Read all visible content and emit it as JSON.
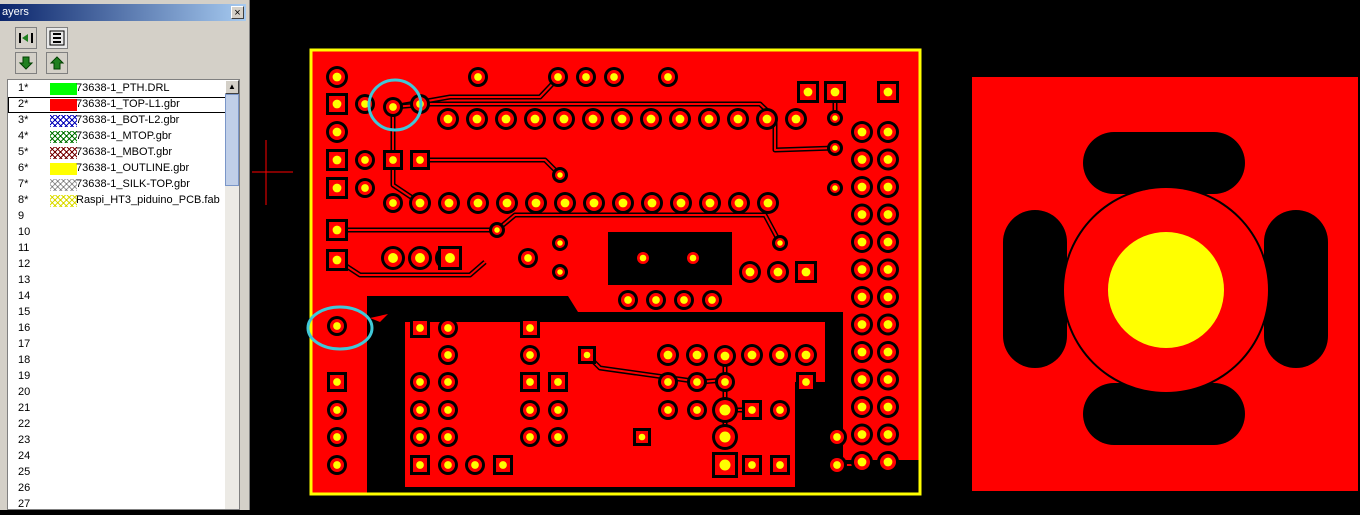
{
  "panel": {
    "title": "ayers",
    "close_label": "×",
    "layers": [
      {
        "num": "1*",
        "name": "73638-1_PTH.DRL",
        "swatch": "solid",
        "color": "#00ff00"
      },
      {
        "num": "2*",
        "name": "73638-1_TOP-L1.gbr",
        "swatch": "solid",
        "color": "#ff0000",
        "selected": true
      },
      {
        "num": "3*",
        "name": "73638-1_BOT-L2.gbr",
        "swatch": "hatch",
        "color": "#0000c0"
      },
      {
        "num": "4*",
        "name": "73638-1_MTOP.gbr",
        "swatch": "hatch",
        "color": "#008000"
      },
      {
        "num": "5*",
        "name": "73638-1_MBOT.gbr",
        "swatch": "hatch",
        "color": "#800000"
      },
      {
        "num": "6*",
        "name": "73638-1_OUTLINE.gbr",
        "swatch": "solid",
        "color": "#ffff00"
      },
      {
        "num": "7*",
        "name": "73638-1_SILK-TOP.gbr",
        "swatch": "hatch",
        "color": "#a0a0a0"
      },
      {
        "num": "8*",
        "name": "Raspi_HT3_piduino_PCB.fab",
        "swatch": "hatch",
        "color": "#e0e000"
      },
      {
        "num": "9"
      },
      {
        "num": "10"
      },
      {
        "num": "11"
      },
      {
        "num": "12"
      },
      {
        "num": "13"
      },
      {
        "num": "14"
      },
      {
        "num": "15"
      },
      {
        "num": "16"
      },
      {
        "num": "17"
      },
      {
        "num": "18"
      },
      {
        "num": "19"
      },
      {
        "num": "20"
      },
      {
        "num": "21"
      },
      {
        "num": "22"
      },
      {
        "num": "23"
      },
      {
        "num": "24"
      },
      {
        "num": "25"
      },
      {
        "num": "26"
      },
      {
        "num": "27"
      }
    ]
  },
  "board": {
    "copper_color": "#ff0000",
    "drill_color": "#ffff00",
    "outline_color": "#ffff00",
    "highlight_color": "#40c8d8",
    "background_color": "#000000"
  },
  "icons": {
    "toolbar": [
      "layer-move-icon",
      "layer-stack-icon",
      "move-down-icon",
      "move-up-icon"
    ]
  }
}
